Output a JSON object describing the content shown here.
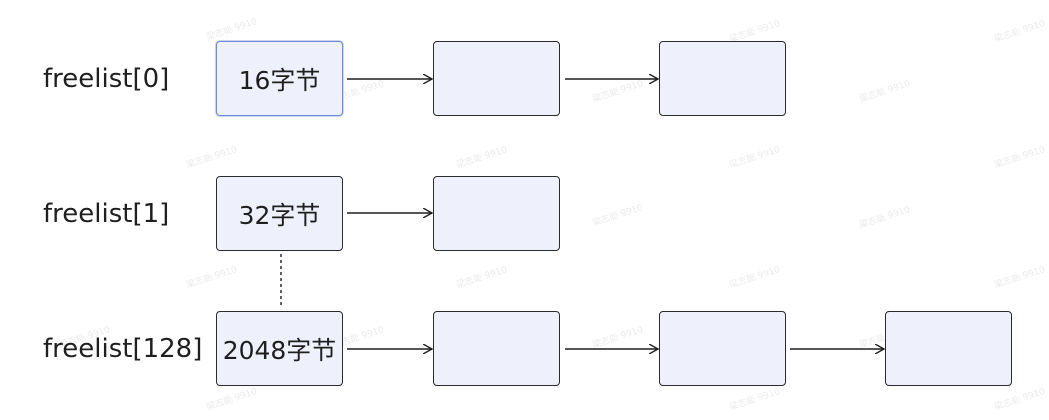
{
  "watermark_text": "梁志能 9910",
  "rows": [
    {
      "label": "freelist[0]",
      "head": "16字节",
      "extra_blocks": 2
    },
    {
      "label": "freelist[1]",
      "head": "32字节",
      "extra_blocks": 1
    },
    {
      "label": "freelist[128]",
      "head": "2048字节",
      "extra_blocks": 3
    }
  ],
  "colors": {
    "node_fill": "#eef1fb",
    "node_border": "#2b2b2b",
    "selected_border": "#6e8dd6",
    "line": "#1f1f1f"
  }
}
